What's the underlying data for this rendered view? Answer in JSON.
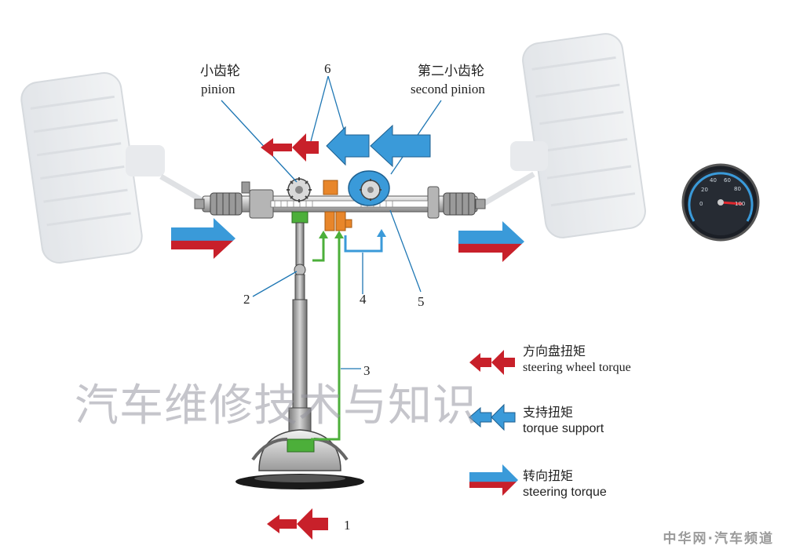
{
  "labels": {
    "pinion_cn": "小齿轮",
    "pinion_en": "pinion",
    "second_pinion_cn": "第二小齿轮",
    "second_pinion_en": "second pinion",
    "n1": "1",
    "n2": "2",
    "n3": "3",
    "n4": "4",
    "n5": "5",
    "n6": "6"
  },
  "legend": [
    {
      "cn": "方向盘扭矩",
      "en": "steering wheel torque",
      "color": "#c8202a"
    },
    {
      "cn": "支持扭矩",
      "en": "torque support",
      "color": "#2f8fd1"
    },
    {
      "cn": "转向扭矩",
      "en": "steering torque",
      "color": "#2f8fd1"
    }
  ],
  "watermark": "汽车维修技术与知识",
  "brand": "中华网·汽车频道",
  "colors": {
    "red_arrow": "#c8202a",
    "blue_arrow": "#3a9ad9",
    "green_line": "#4caf3a",
    "orange_part": "#e8862a"
  }
}
